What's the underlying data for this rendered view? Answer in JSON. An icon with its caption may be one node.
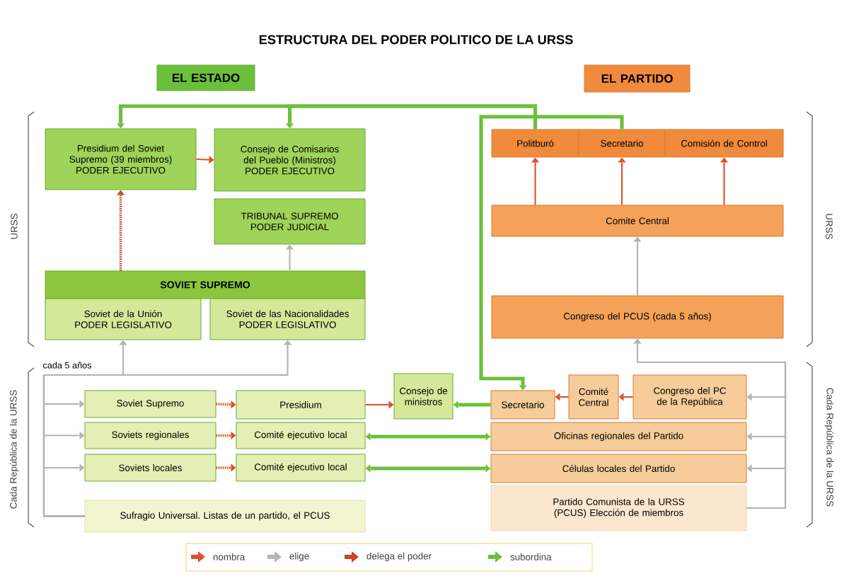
{
  "diagram": {
    "title": "ESTRUCTURA DEL PODER POLITICO DE LA URSS",
    "nodes": [
      {
        "text": [
          "EL ESTADO"
        ]
      },
      {
        "text": [
          "EL PARTIDO"
        ]
      },
      {
        "text": [
          "Presidium del Soviet Supremo (39 miembros)",
          "PODER EJECUTIVO"
        ]
      },
      {
        "text": [
          "Consejo de Comisarios del Pueblo (Ministros)",
          "PODER EJECUTIVO"
        ]
      },
      {
        "text": [
          "TRIBUNAL SUPREMO",
          "PODER JUDICIAL"
        ]
      },
      {
        "text": [
          "SOVIET SUPREMO"
        ]
      },
      {
        "text": [
          "Soviet de la Unión",
          "PODER LEGISLATIVO"
        ]
      },
      {
        "text": [
          "Soviet de las Nacionalidades",
          "PODER LEGISLATIVO"
        ]
      },
      {
        "text": [
          "Politburó"
        ]
      },
      {
        "text": [
          "Secretario"
        ]
      },
      {
        "text": [
          "Comisión de Control"
        ]
      },
      {
        "text": [
          "Comite Central"
        ]
      },
      {
        "text": [
          "Congreso del PCUS (cada 5 años)"
        ]
      },
      {
        "text": [
          "Soviet Supremo"
        ]
      },
      {
        "text": [
          "Presidium"
        ]
      },
      {
        "text": [
          "Consejo de ministros"
        ]
      },
      {
        "text": [
          "Secretario"
        ]
      },
      {
        "text": [
          "Comité Central"
        ]
      },
      {
        "text": [
          "Congreso del PC de la República"
        ]
      },
      {
        "text": [
          "Soviets regionales"
        ]
      },
      {
        "text": [
          "Comité ejecutivo local"
        ]
      },
      {
        "text": [
          "Oficinas regionales del Partido"
        ]
      },
      {
        "text": [
          "Soviets locales"
        ]
      },
      {
        "text": [
          "Comité ejecutivo local"
        ]
      },
      {
        "text": [
          "Células locales del Partido"
        ]
      },
      {
        "text": [
          "Sufragio Universal. Listas de un partido, el PCUS"
        ]
      },
      {
        "text": [
          "Partido Comunista de la URSS (PCUS) Elección de miembros"
        ]
      }
    ],
    "edges": [
      {
        "from": 8,
        "to": 2,
        "arrow": "to",
        "style": "thick",
        "color": "#6cbf3c"
      },
      {
        "from": 8,
        "to": 3,
        "arrow": "to",
        "style": "thick",
        "color": "#6cbf3c"
      },
      {
        "from": 9,
        "to": 16,
        "arrow": "to",
        "style": "thick",
        "color": "#6cbf3c"
      },
      {
        "from": 2,
        "to": 3,
        "arrow": "to",
        "color": "#e0502a"
      },
      {
        "from": 5,
        "to": 2,
        "arrow": "to",
        "style": "dashed",
        "color": "#c0502a"
      },
      {
        "from": 5,
        "to": 4,
        "arrow": "to"
      },
      {
        "from": 11,
        "to": 8,
        "arrow": "to",
        "color": "#e0502a"
      },
      {
        "from": 11,
        "to": 9,
        "arrow": "to",
        "color": "#e0502a"
      },
      {
        "from": 11,
        "to": 10,
        "arrow": "to",
        "color": "#e0502a"
      },
      {
        "from": 12,
        "to": 11,
        "arrow": "to"
      },
      {
        "from": 25,
        "to": 6,
        "arrow": "to",
        "label": "cada 5 años"
      },
      {
        "from": 25,
        "to": 7,
        "arrow": "to"
      },
      {
        "from": 25,
        "to": 13,
        "arrow": "to"
      },
      {
        "from": 25,
        "to": 19,
        "arrow": "to"
      },
      {
        "from": 25,
        "to": 22,
        "arrow": "to"
      },
      {
        "from": 13,
        "to": 14,
        "arrow": "to",
        "style": "dashed",
        "color": "#e0502a"
      },
      {
        "from": 19,
        "to": 20,
        "arrow": "to",
        "style": "dashed",
        "color": "#e0502a"
      },
      {
        "from": 22,
        "to": 23,
        "arrow": "to",
        "style": "dashed",
        "color": "#e0502a"
      },
      {
        "from": 14,
        "to": 15,
        "arrow": "to",
        "color": "#e0502a"
      },
      {
        "from": 16,
        "to": 15,
        "arrow": "to",
        "style": "thick",
        "color": "#6cbf3c"
      },
      {
        "from": 17,
        "to": 16,
        "arrow": "to",
        "color": "#e0502a"
      },
      {
        "from": 18,
        "to": 17,
        "arrow": "to",
        "color": "#e0502a"
      },
      {
        "from": 21,
        "to": 20,
        "arrow": "both",
        "style": "thick",
        "color": "#6cbf3c"
      },
      {
        "from": 24,
        "to": 23,
        "arrow": "both",
        "style": "thick",
        "color": "#6cbf3c"
      },
      {
        "from": 26,
        "to": 18,
        "arrow": "to"
      },
      {
        "from": 26,
        "to": 21,
        "arrow": "to"
      },
      {
        "from": 26,
        "to": 24,
        "arrow": "to"
      },
      {
        "from": 26,
        "to": 12,
        "arrow": "to"
      }
    ],
    "labels": [
      "URSS",
      "URSS",
      "Cada República de la URSS",
      "Cada República de la URSS"
    ],
    "legend": [
      {
        "text": "nombra",
        "color": "#e0502a"
      },
      {
        "text": "elige",
        "color": "#b5b5b5"
      },
      {
        "text": "delega el poder",
        "color": "#d0402a"
      },
      {
        "text": "subordina",
        "color": "#6cbf3c"
      }
    ]
  }
}
